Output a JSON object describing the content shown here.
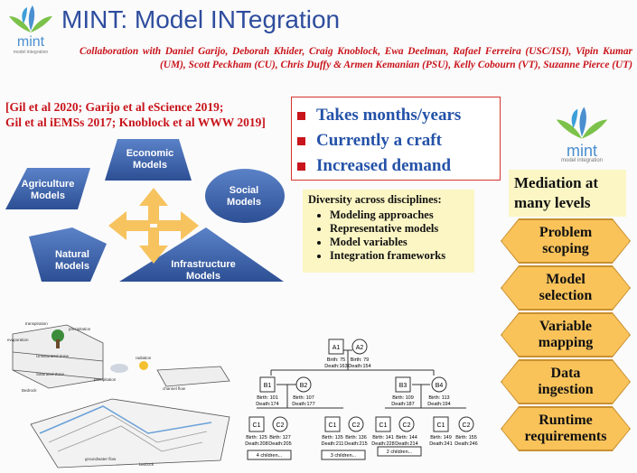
{
  "header": {
    "title": "MINT: Model INTegration",
    "logo_text": "mint",
    "logo_sub": "model integration",
    "collaboration": "Collaboration with Daniel Garijo, Deborah Khider, Craig Knoblock, Ewa Deelman, Rafael Ferreira (USC/ISI), Vipin Kumar (UM), Scott Peckham (CU), Chris Duffy & Armen Kemanian (PSU), Kelly Cobourn (VT), Suzanne Pierce (UT)"
  },
  "refs": [
    "[Gil et al 2020; Garijo et al eScience 2019;",
    "Gil et al iEMSs 2017; Knoblock et al WWW 2019]"
  ],
  "challenges": [
    "Takes months/years",
    "Currently a craft",
    "Increased demand"
  ],
  "models": {
    "economic": "Economic Models",
    "agriculture": "Agriculture Models",
    "social": "Social Models",
    "natural": "Natural Models",
    "infrastructure": "Infrastructure Models"
  },
  "diversity": {
    "heading": "Diversity across disciplines:",
    "items": [
      "Modeling approaches",
      "Representative models",
      "Model variables",
      "Integration frameworks"
    ]
  },
  "mediation": {
    "heading": "Mediation at many levels",
    "levels": [
      "Problem scoping",
      "Model selection",
      "Variable mapping",
      "Data ingestion",
      "Runtime requirements"
    ]
  },
  "tree": {
    "root": [
      {
        "id": "A1",
        "birth": "Birth: 75",
        "death": "Death:163"
      },
      {
        "id": "A2",
        "birth": "Birth: 79",
        "death": "Death:154"
      }
    ],
    "gen2": [
      {
        "id": "B1",
        "birth": "Birth: 101",
        "death": "Death:174"
      },
      {
        "id": "B2",
        "birth": "Birth: 107",
        "death": "Death:177"
      },
      {
        "id": "B3",
        "birth": "Birth: 109",
        "death": "Death:187"
      },
      {
        "id": "B4",
        "birth": "Birth: 113",
        "death": "Death:194"
      }
    ],
    "gen3": [
      {
        "id": "C1",
        "birth": "Birth: 125",
        "death": "Death:208"
      },
      {
        "id": "C2",
        "birth": "Birth: 127",
        "death": "Death:205"
      },
      {
        "id": "C1",
        "birth": "Birth: 135",
        "death": "Death:211"
      },
      {
        "id": "C2",
        "birth": "Birth: 136",
        "death": "Death:215"
      },
      {
        "id": "C1",
        "birth": "Birth: 141",
        "death": "Death:228"
      },
      {
        "id": "C2",
        "birth": "Birth: 144",
        "death": "Death:214"
      },
      {
        "id": "C1",
        "birth": "Birth: 149",
        "death": "Death:241"
      },
      {
        "id": "C2",
        "birth": "Birth: 155",
        "death": "Death:246"
      }
    ],
    "children": [
      "4 children...",
      "3 children...",
      "2 children..."
    ]
  },
  "hydro_labels": [
    "transpiration",
    "precipitation",
    "evaporation",
    "Unsaturated Zone",
    "Saturated Zone",
    "Bedrock",
    "precipitation",
    "radiation",
    "channel flow",
    "groundwater flow",
    "bedrock"
  ],
  "colors": {
    "title": "#2f4d9e",
    "accent_red": "#c8141b",
    "model_blue": "#3a5fa8",
    "arrow": "#f7c35f",
    "hex": "#f9c35a",
    "note_bg": "#fbf6c4"
  }
}
